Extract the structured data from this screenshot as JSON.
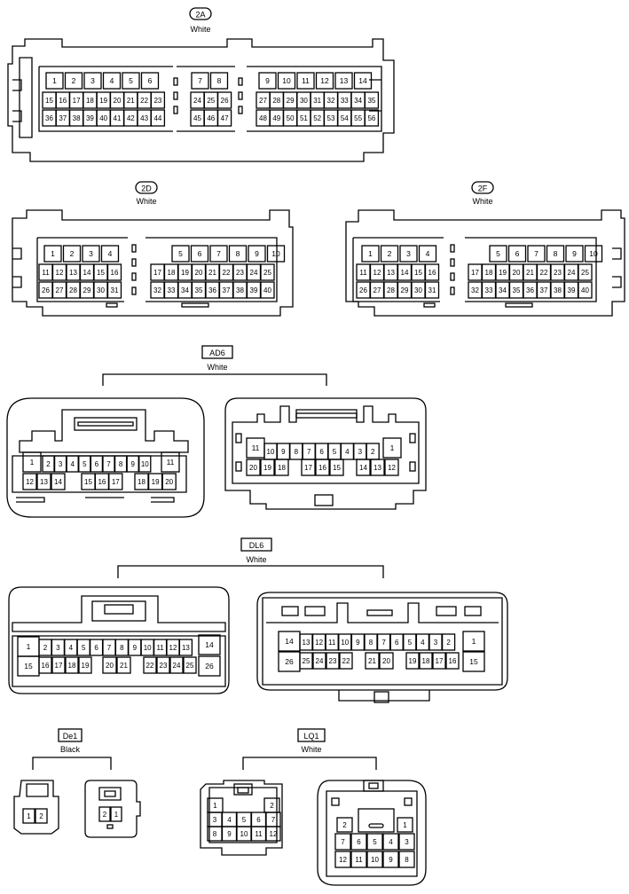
{
  "connectors": {
    "c2A": {
      "code": "2A",
      "color": "White",
      "rows": [
        [
          "1",
          "2",
          "3",
          "4",
          "5",
          "6",
          "7",
          "8",
          "9",
          "10",
          "11",
          "12",
          "13",
          "14"
        ],
        [
          "15",
          "16",
          "17",
          "18",
          "19",
          "20",
          "21",
          "22",
          "23",
          "24",
          "25",
          "26",
          "27",
          "28",
          "29",
          "30",
          "31",
          "32",
          "33",
          "34",
          "35"
        ],
        [
          "36",
          "37",
          "38",
          "39",
          "40",
          "41",
          "42",
          "43",
          "44",
          "45",
          "46",
          "47",
          "48",
          "49",
          "50",
          "51",
          "52",
          "53",
          "54",
          "55",
          "56"
        ]
      ]
    },
    "c2D": {
      "code": "2D",
      "color": "White",
      "rows": [
        [
          "1",
          "2",
          "3",
          "4",
          "5",
          "6",
          "7",
          "8",
          "9",
          "10"
        ],
        [
          "11",
          "12",
          "13",
          "14",
          "15",
          "16",
          "17",
          "18",
          "19",
          "20",
          "21",
          "22",
          "23",
          "24",
          "25"
        ],
        [
          "26",
          "27",
          "28",
          "29",
          "30",
          "31",
          "32",
          "33",
          "34",
          "35",
          "36",
          "37",
          "38",
          "39",
          "40"
        ]
      ]
    },
    "c2F": {
      "code": "2F",
      "color": "White",
      "rows": [
        [
          "1",
          "2",
          "3",
          "4",
          "5",
          "6",
          "7",
          "8",
          "9",
          "10"
        ],
        [
          "11",
          "12",
          "13",
          "14",
          "15",
          "16",
          "17",
          "18",
          "19",
          "20",
          "21",
          "22",
          "23",
          "24",
          "25"
        ],
        [
          "26",
          "27",
          "28",
          "29",
          "30",
          "31",
          "32",
          "33",
          "34",
          "35",
          "36",
          "37",
          "38",
          "39",
          "40"
        ]
      ]
    },
    "AD6": {
      "code": "AD6",
      "color": "White",
      "left_rows": [
        [
          "1",
          "2",
          "3",
          "4",
          "5",
          "6",
          "7",
          "8",
          "9",
          "10",
          "11"
        ],
        [
          "12",
          "13",
          "14",
          "15",
          "16",
          "17",
          "18",
          "19",
          "20"
        ]
      ],
      "right_rows": [
        [
          "11",
          "10",
          "9",
          "8",
          "7",
          "6",
          "5",
          "4",
          "3",
          "2",
          "1"
        ],
        [
          "20",
          "19",
          "18",
          "17",
          "16",
          "15",
          "14",
          "13",
          "12"
        ]
      ]
    },
    "DL6": {
      "code": "DL6",
      "color": "White",
      "left_rows": [
        [
          "1",
          "2",
          "3",
          "4",
          "5",
          "6",
          "7",
          "8",
          "9",
          "10",
          "11",
          "12",
          "13",
          "14"
        ],
        [
          "15",
          "16",
          "17",
          "18",
          "19",
          "20",
          "21",
          "22",
          "23",
          "24",
          "25",
          "26"
        ]
      ],
      "right_rows": [
        [
          "14",
          "13",
          "12",
          "11",
          "10",
          "9",
          "8",
          "7",
          "6",
          "5",
          "4",
          "3",
          "2",
          "1"
        ],
        [
          "26",
          "25",
          "24",
          "23",
          "22",
          "21",
          "20",
          "19",
          "18",
          "17",
          "16",
          "15"
        ]
      ]
    },
    "De1": {
      "code": "De1",
      "color": "Black",
      "left_pins": [
        "1",
        "2"
      ],
      "right_pins": [
        "2",
        "1"
      ]
    },
    "LQ1": {
      "code": "LQ1",
      "color": "White",
      "left_rows": [
        [
          "1",
          "2"
        ],
        [
          "3",
          "4",
          "5",
          "6",
          "7"
        ],
        [
          "8",
          "9",
          "10",
          "11",
          "12"
        ]
      ],
      "right_rows": [
        [
          "2",
          "1"
        ],
        [
          "7",
          "6",
          "5",
          "4",
          "3"
        ],
        [
          "12",
          "11",
          "10",
          "9",
          "8"
        ]
      ]
    }
  }
}
